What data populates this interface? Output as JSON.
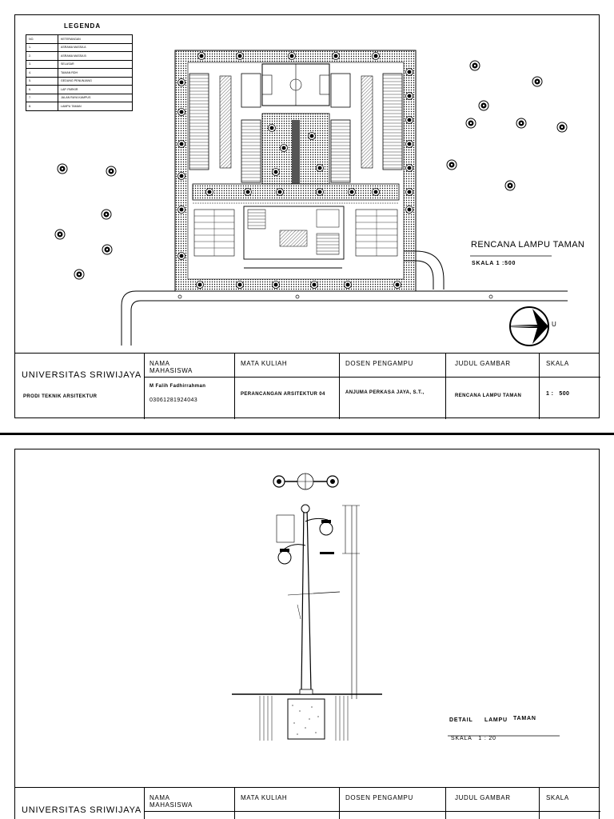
{
  "sheet1": {
    "legend": {
      "title": "LEGENDA",
      "header": {
        "no": "NO.",
        "keterangan": "KETERANGAN"
      },
      "rows": [
        {
          "no": "1.",
          "keterangan": "ASRAMA MASSA A"
        },
        {
          "no": "2.",
          "keterangan": "ASRAMA MASSA B"
        },
        {
          "no": "3.",
          "keterangan": "SELASAR"
        },
        {
          "no": "4.",
          "keterangan": "TAMAN RDH"
        },
        {
          "no": "5.",
          "keterangan": "GEDUNG PENUNJANG"
        },
        {
          "no": "6.",
          "keterangan": "LAP. PARKIR"
        },
        {
          "no": "7.",
          "keterangan": "JALAN RAYA KAMPUS"
        },
        {
          "no": "8.",
          "keterangan": "LAMPU TAMAN"
        }
      ]
    },
    "drawing_title": "RENCANA LAMPU TAMAN",
    "drawing_scale": "SKALA 1 :500",
    "north_symbol": "U",
    "title_block": {
      "university": "UNIVERSITAS SRIWIJAYA",
      "program": "PRODI TEKNIK ARSITEKTUR",
      "nama_label": "NAMA MAHASISWA",
      "student_name": "M Falih Fadhirrahman",
      "student_id": "03061281924043",
      "mata_kuliah_label": "MATA KULIAH",
      "mata_kuliah": "PERANCANGAN ARSITEKTUR 04",
      "dosen_label": "DOSEN PENGAMPU",
      "dosen": "ANJUMA PERKASA JAYA, S.T.,",
      "judul_label": "JUDUL GAMBAR",
      "judul": "RENCANA   LAMPU TAMAN",
      "skala_label": "SKALA",
      "skala": "1 :   500"
    }
  },
  "sheet2": {
    "detail_title_a": "DETAIL",
    "detail_title_b": "LAMPU",
    "detail_title_c": "TAMAN",
    "detail_scale": "SKALA   1 : 20",
    "title_block": {
      "university": "UNIVERSITAS SRIWIJAYA",
      "nama_label": "NAMA MAHASISWA",
      "mata_kuliah_label": "MATA KULIAH",
      "dosen_label": "DOSEN PENGAMPU",
      "judul_label": "JUDUL GAMBAR",
      "skala_label": "SKALA"
    }
  }
}
